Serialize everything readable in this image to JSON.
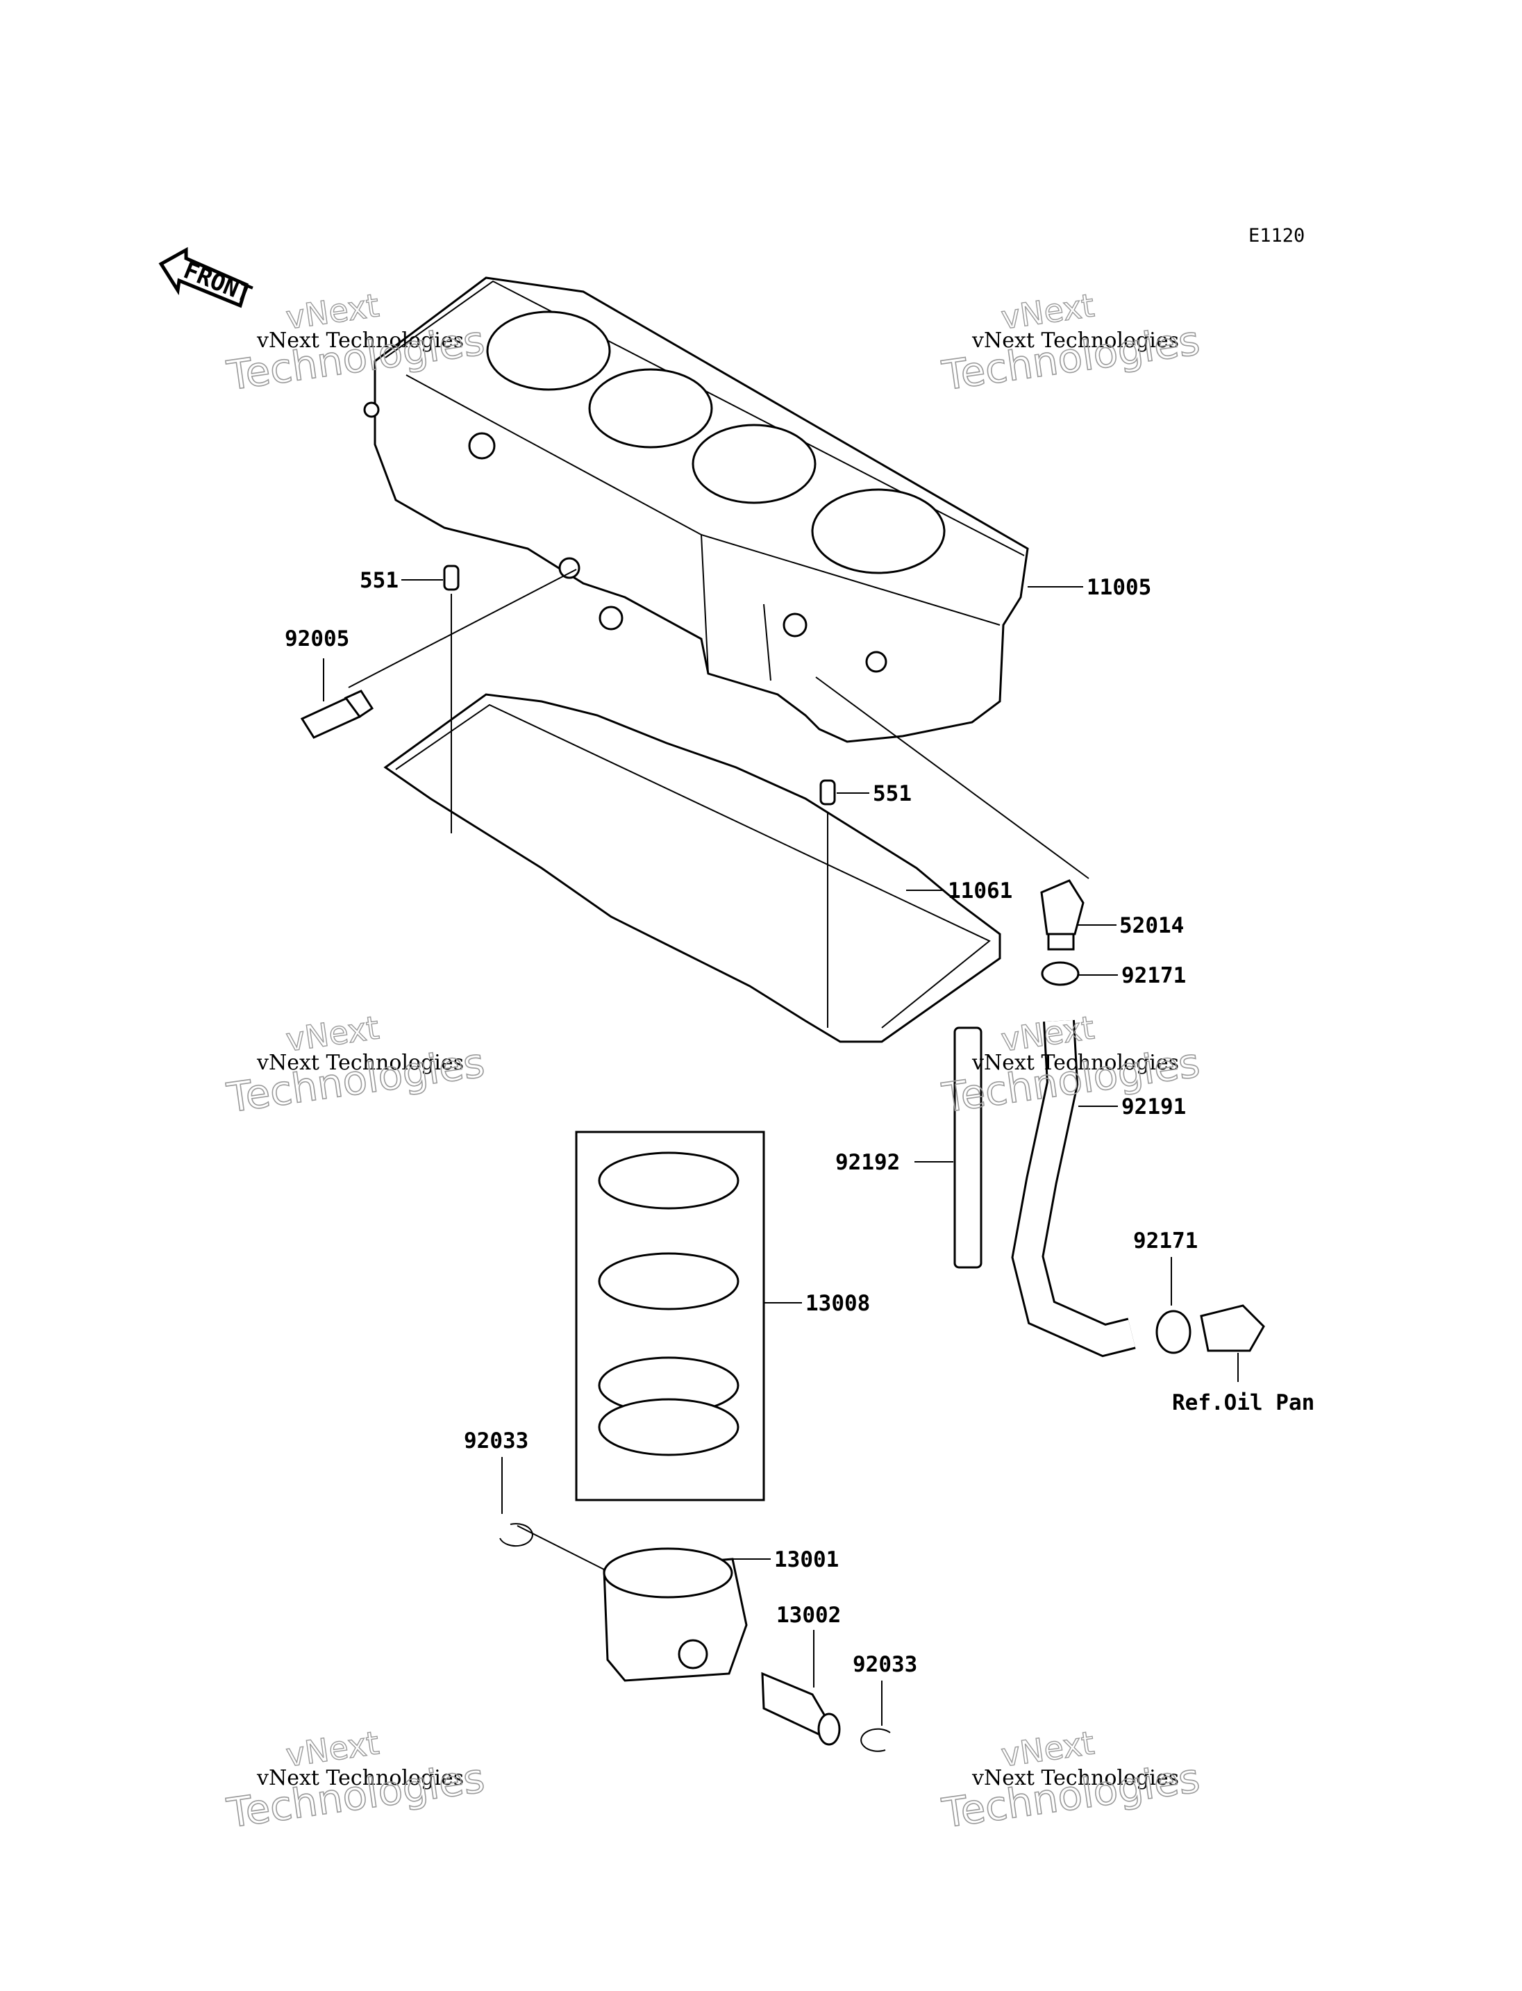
{
  "diagram_code": "E1120",
  "front_label": "FRONT",
  "watermark": {
    "line1": "vNext Technologies",
    "line2": "Technologies",
    "line3": "vNext"
  },
  "callouts": [
    {
      "id": "551-upper",
      "text": "551"
    },
    {
      "id": "551-lower",
      "text": "551"
    },
    {
      "id": "92005",
      "text": "92005"
    },
    {
      "id": "11005",
      "text": "11005"
    },
    {
      "id": "11061",
      "text": "11061"
    },
    {
      "id": "52014",
      "text": "52014"
    },
    {
      "id": "92171-upper",
      "text": "92171"
    },
    {
      "id": "92191",
      "text": "92191"
    },
    {
      "id": "92192",
      "text": "92192"
    },
    {
      "id": "92171-lower",
      "text": "92171"
    },
    {
      "id": "ref-oil-pan",
      "text": "Ref.Oil Pan"
    },
    {
      "id": "13008",
      "text": "13008"
    },
    {
      "id": "92033-left",
      "text": "92033"
    },
    {
      "id": "13001",
      "text": "13001"
    },
    {
      "id": "13002",
      "text": "13002"
    },
    {
      "id": "92033-right",
      "text": "92033"
    }
  ]
}
